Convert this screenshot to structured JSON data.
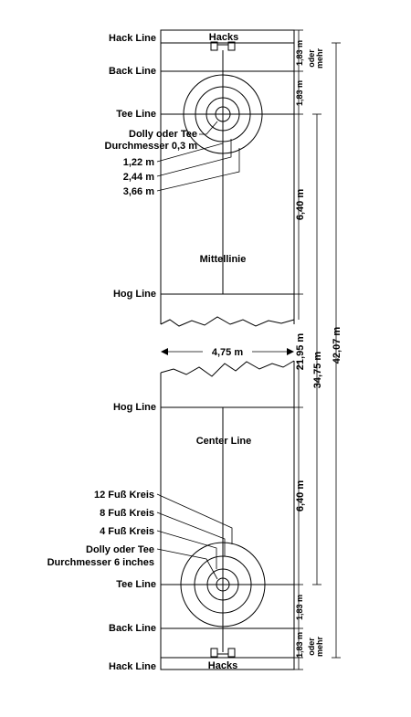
{
  "top_half": {
    "hack_line": "Hack Line",
    "hacks": "Hacks",
    "back_line": "Back Line",
    "tee_line": "Tee Line",
    "dolly_line1": "Dolly oder Tee",
    "dolly_line2": "Durchmesser 0,3 m",
    "ring_122": "1,22 m",
    "ring_244": "2,44 m",
    "ring_366": "3,66 m",
    "center_line": "Mittellinie",
    "hog_line": "Hog Line"
  },
  "bottom_half": {
    "hog_line": "Hog Line",
    "center_line": "Center Line",
    "ring_12ft": "12 Fuß Kreis",
    "ring_8ft": "8 Fuß Kreis",
    "ring_4ft": "4 Fuß Kreis",
    "dolly_line1": "Dolly oder Tee",
    "dolly_line2": "Durchmesser 6 inches",
    "tee_line": "Tee Line",
    "back_line": "Back Line",
    "hack_line": "Hack Line",
    "hacks": "Hacks"
  },
  "dimensions": {
    "width": "4,75 m",
    "top_hack_back": "1,83 m",
    "top_oder_1": "oder",
    "top_oder_2": "mehr",
    "top_back_tee": "1,83 m",
    "top_tee_hog": "6,40 m",
    "hog_to_hog": "21,95 m",
    "tee_to_tee": "34,75 m",
    "total": "42,07 m",
    "bottom_hog_tee": "6,40 m",
    "bottom_tee_back": "1,83 m",
    "bottom_back_hack": "1,83 m",
    "bottom_oder_1": "oder",
    "bottom_oder_2": "mehr"
  }
}
